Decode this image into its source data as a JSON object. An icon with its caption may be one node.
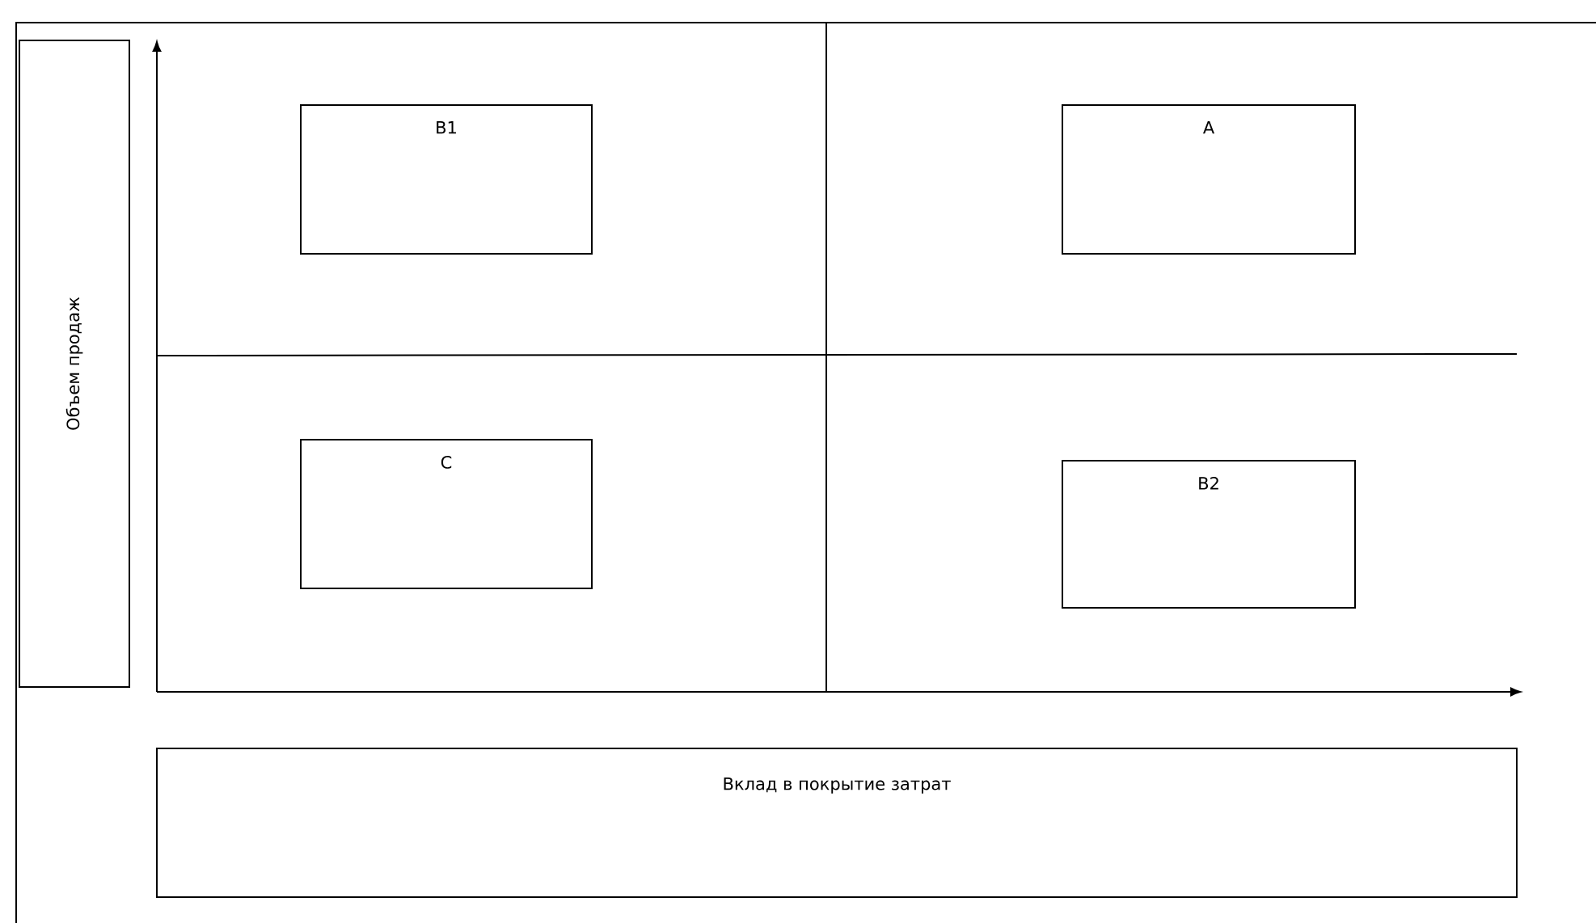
{
  "diagram": {
    "nodes": [
      {
        "text": [
          "Объем продаж"
        ]
      },
      {
        "text": [
          "B1"
        ]
      },
      {
        "text": [
          "A"
        ]
      },
      {
        "text": [
          "C"
        ]
      },
      {
        "text": [
          "B2"
        ]
      },
      {
        "text": [
          "Вклад в покрытие затрат"
        ]
      }
    ]
  }
}
